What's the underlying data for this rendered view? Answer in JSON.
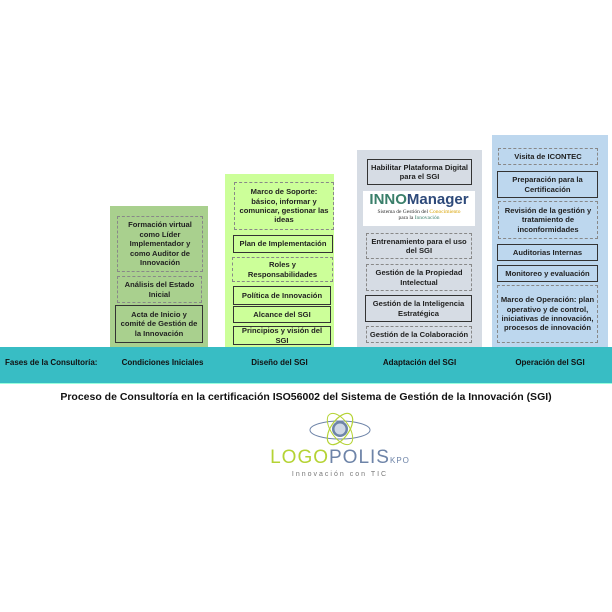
{
  "phases_label": "Fases de la Consultoría:",
  "columns": [
    {
      "name": "Condiciones Iniciales",
      "color": "#a9d08e",
      "items": [
        "Formación virtual como Líder Implementador y como Auditor de Innovación",
        "Análisis del Estado Inicial",
        "Acta de Inicio y comité de Gestión de la Innovación"
      ]
    },
    {
      "name": "Diseño del  SGI",
      "color": "#ccff99",
      "items": [
        "Marco de Soporte: básico, informar y comunicar, gestionar las ideas",
        "Plan de Implementación",
        "Roles y Responsabilidades",
        "Política de Innovación",
        "Alcance del SGI",
        "Principios y visión del SGI"
      ]
    },
    {
      "name": "Adaptación del SGI",
      "color": "#d6dce4",
      "items": [
        "Habilitar Plataforma Digital para el SGI",
        "Entrenamiento para el uso del SGI",
        "Gestión de la Propiedad Intelectual",
        "Gestión de la Inteligencia Estratégica",
        "Gestión de la Colaboración"
      ]
    },
    {
      "name": "Operación del  SGI",
      "color": "#bdd7ee",
      "items": [
        "Visita de ICONTEC",
        "Preparación para la Certificación",
        "Revisión de la gestión y tratamiento de inconformidades",
        "Auditorias Internas",
        "Monitoreo y evaluación",
        "Marco de Operación: plan operativo y de control, iniciativas de innovación, procesos de innovación"
      ]
    }
  ],
  "innomanager": {
    "name_a": "INNO",
    "name_b": "Manager",
    "sub1": "Sistema de Gestión del ",
    "sub_hl": "Conocimiento",
    "sub2": "para la ",
    "sub_hl2": "Innovación"
  },
  "title": "Proceso de Consultoría  en la certificación ISO56002 del Sistema de Gestión de la Innovación (SGI)",
  "logo": {
    "a": "LOGO",
    "b": "POLIS",
    "c": "KPO",
    "tagline": "Innovación con TIC"
  }
}
